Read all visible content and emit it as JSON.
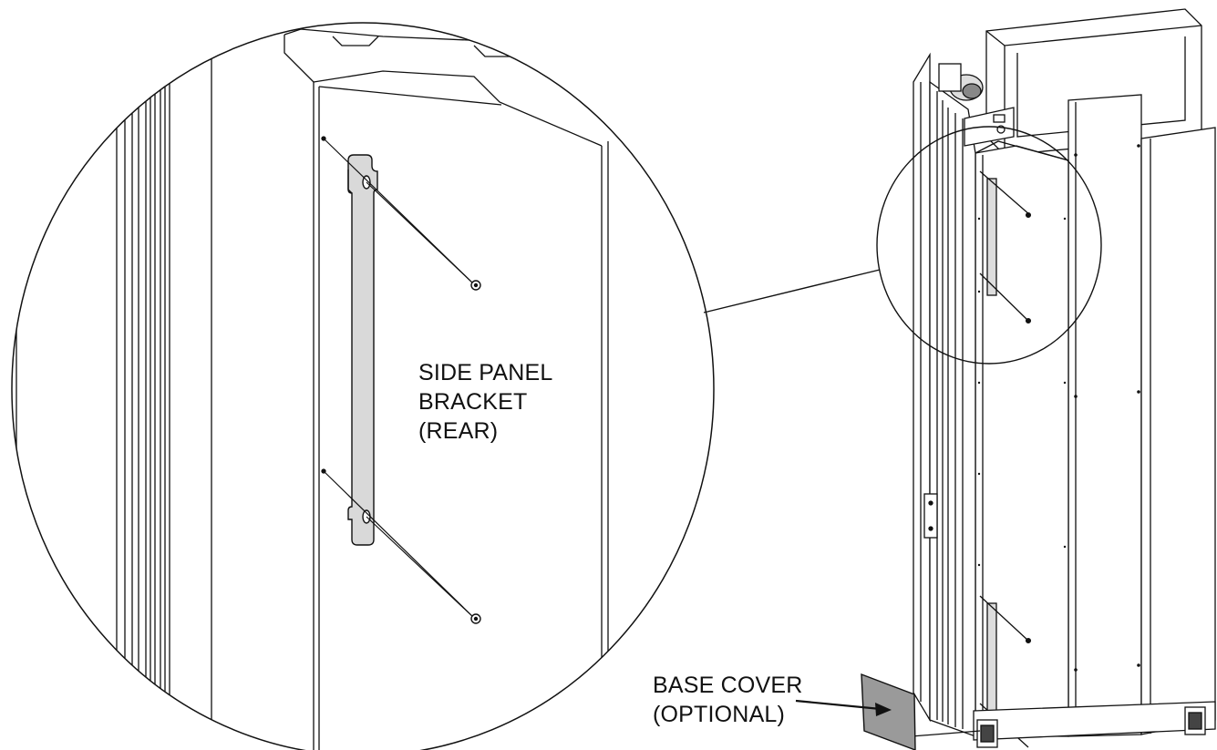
{
  "labels": {
    "side_panel_bracket": [
      "SIDE PANEL",
      "BRACKET",
      "(REAR)"
    ],
    "base_cover": [
      "BASE COVER",
      "(OPTIONAL)"
    ]
  },
  "colors": {
    "line": "#111111",
    "bracket_fill": "#d9d9d9",
    "base_cover_fill": "#9a9a9a",
    "background": "#ffffff"
  }
}
